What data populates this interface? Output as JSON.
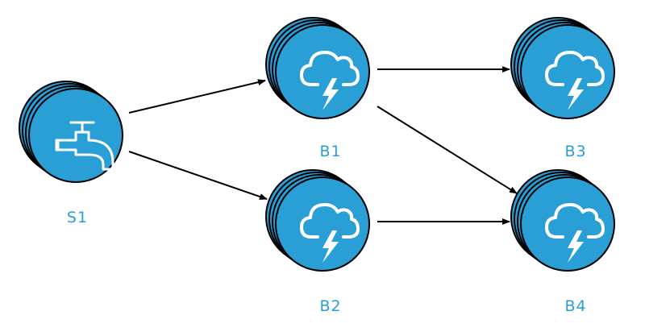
{
  "colors": {
    "node_fill": "#2a9fd6",
    "node_stroke": "#000000",
    "icon": "#ffffff",
    "label": "#2a9fd6",
    "edge": "#000000"
  },
  "nodes": [
    {
      "id": "S1",
      "label": "S1",
      "icon": "faucet-icon"
    },
    {
      "id": "B1",
      "label": "B1",
      "icon": "storm-cloud-icon"
    },
    {
      "id": "B2",
      "label": "B2",
      "icon": "storm-cloud-icon"
    },
    {
      "id": "B3",
      "label": "B3",
      "icon": "storm-cloud-icon"
    },
    {
      "id": "B4",
      "label": "B4",
      "icon": "storm-cloud-icon"
    }
  ],
  "edges": [
    {
      "from": "S1",
      "to": "B1"
    },
    {
      "from": "S1",
      "to": "B2"
    },
    {
      "from": "B1",
      "to": "B3"
    },
    {
      "from": "B1",
      "to": "B4"
    },
    {
      "from": "B2",
      "to": "B4"
    }
  ]
}
